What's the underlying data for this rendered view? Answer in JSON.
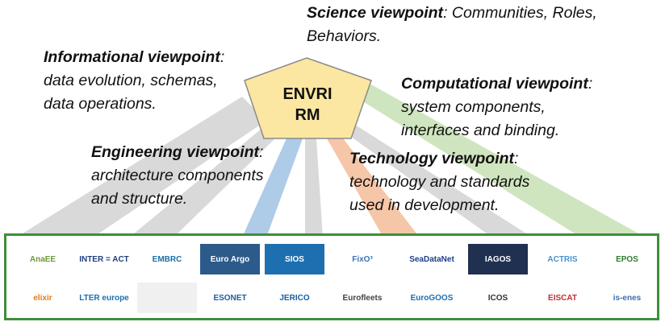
{
  "center": {
    "line1": "ENVRI",
    "line2": "RM"
  },
  "viewpoints": {
    "science": {
      "title": "Science viewpoint",
      "line1_rest": ": Communities, Roles,",
      "line2": "Behaviors."
    },
    "informational": {
      "title": "Informational viewpoint",
      "title_suffix": ":",
      "line2": "data evolution, schemas,",
      "line3": "data operations."
    },
    "computational": {
      "title": "Computational viewpoint",
      "title_suffix": ":",
      "line2": "system components,",
      "line3": "interfaces and binding."
    },
    "engineering": {
      "title": "Engineering viewpoint",
      "title_suffix": ":",
      "line2": "architecture components",
      "line3": "and structure."
    },
    "technology": {
      "title": "Technology viewpoint",
      "title_suffix": ":",
      "line2": "technology and standards",
      "line3": "used in development."
    }
  },
  "colors": {
    "pentagon_fill": "#fbe7a1",
    "pentagon_stroke": "#8a8a8a",
    "ray_gray": "#d9d9d9",
    "ray_blue": "#aecbe8",
    "ray_orange": "#f6c6a8",
    "ray_green": "#cfe5bf",
    "panel_border": "#3d8f3a"
  },
  "logos_row1": [
    {
      "text": "AnaEE",
      "color": "#6a9a3a",
      "bg": "#ffffff"
    },
    {
      "text": "INTER = ACT",
      "color": "#1f3f7a",
      "bg": "#ffffff"
    },
    {
      "text": "EMBRC",
      "color": "#1d6fa5",
      "bg": "#ffffff"
    },
    {
      "text": "Euro Argo",
      "color": "#ffffff",
      "bg": "#2c5a8a"
    },
    {
      "text": "SIOS",
      "color": "#ffffff",
      "bg": "#1d6fb0"
    },
    {
      "text": "FixO³",
      "color": "#3b73b9",
      "bg": "#ffffff"
    },
    {
      "text": "SeaDataNet",
      "color": "#1b3f8a",
      "bg": "#ffffff"
    },
    {
      "text": "IAGOS",
      "color": "#ffffff",
      "bg": "#1f3050"
    },
    {
      "text": "ACTRIS",
      "color": "#4a90c8",
      "bg": "#ffffff"
    },
    {
      "text": "EPOS",
      "color": "#2f7a2f",
      "bg": "#ffffff"
    }
  ],
  "logos_row2": [
    {
      "text": "elixir",
      "color": "#e07b1a",
      "bg": "#ffffff"
    },
    {
      "text": "LTER europe",
      "color": "#1a6fb0",
      "bg": "#ffffff"
    },
    {
      "text": "",
      "color": "#999999",
      "bg": "#f0f0f0"
    },
    {
      "text": "ESONET",
      "color": "#1a5fa0",
      "bg": "#ffffff"
    },
    {
      "text": "JERICO",
      "color": "#1a5fa0",
      "bg": "#ffffff"
    },
    {
      "text": "Eurofleets",
      "color": "#444444",
      "bg": "#ffffff"
    },
    {
      "text": "EuroGOOS",
      "color": "#1a6fb0",
      "bg": "#ffffff"
    },
    {
      "text": "ICOS",
      "color": "#333333",
      "bg": "#ffffff"
    },
    {
      "text": "EISCAT",
      "color": "#c0303a",
      "bg": "#ffffff"
    },
    {
      "text": "is-enes",
      "color": "#3a6fb0",
      "bg": "#ffffff"
    }
  ]
}
